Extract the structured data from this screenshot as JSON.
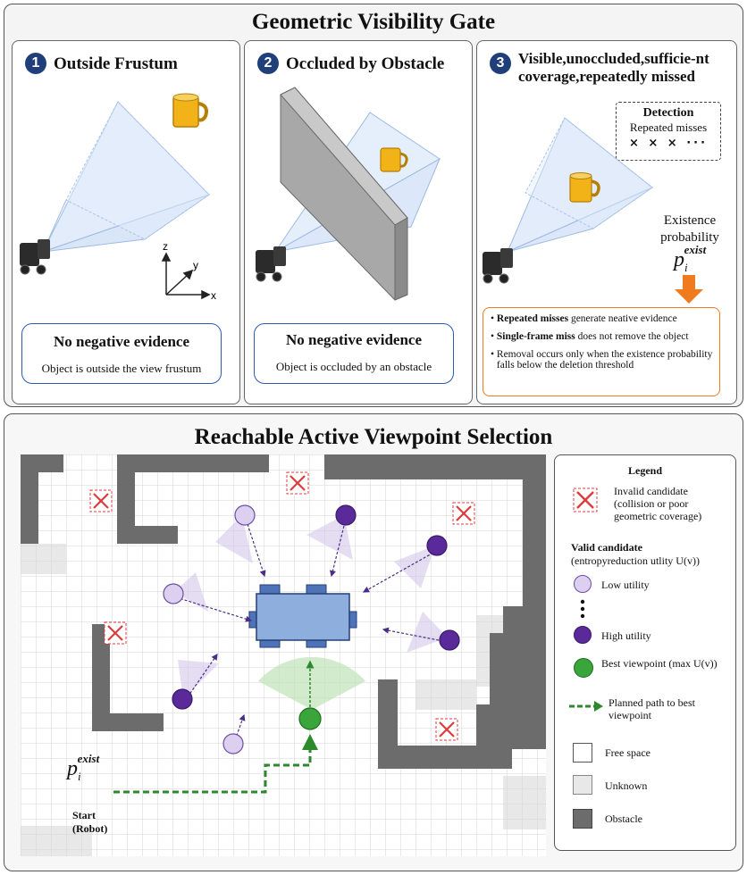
{
  "top": {
    "title": "Geometric Visibility Gate",
    "panels": [
      {
        "num": "1",
        "title": "Outside Frustum",
        "note_title": "No negative evidence",
        "note_text": "Object is outside the view frustum"
      },
      {
        "num": "2",
        "title": "Occluded by Obstacle",
        "note_title": "No negative evidence",
        "note_text": "Object is occluded by an obstacle"
      },
      {
        "num": "3",
        "title": "Visible,unoccluded,sufficie-nt coverage,repeatedly missed",
        "detection_title": "Detection",
        "detection_sub": "Repeated misses",
        "detection_marks": "× × × ···",
        "existence_label": "Existence probability",
        "prob_symbol": "p",
        "prob_sub": "i",
        "prob_sup": "exist",
        "bullets": [
          {
            "bold": "Repeated misses",
            "text": " generate neative evidence"
          },
          {
            "bold": "Single-frame miss",
            "text": " does not remove the object"
          },
          {
            "bold": "",
            "text": "Removal occurs only when the existence probability falls below the deletion threshold"
          }
        ]
      }
    ],
    "axes": {
      "x": "x",
      "y": "y",
      "z": "z"
    }
  },
  "bottom": {
    "title": "Reachable Active Viewpoint Selection",
    "start_label": "Start (Robot)",
    "prob_symbol": "p",
    "prob_sub": "i",
    "prob_sup": "exist",
    "legend": {
      "title": "Legend",
      "invalid": "Invalid candidate (collision or poor geometric coverage)",
      "valid_title": "Valid candidate",
      "valid_sub": "(entropyreduction utlity U(v))",
      "low": "Low utility",
      "high": "High utility",
      "best": "Best viewpoint (max U(v))",
      "path": "Planned path to best viewpoint",
      "free": "Free space",
      "unknown": "Unknown",
      "obstacle": "Obstacle"
    }
  },
  "colors": {
    "navy": "#1f3e7a",
    "low_utility": "#dccff0",
    "high_utility": "#5b2a9a",
    "best": "#3aa53a",
    "obstacle": "#6c6c6c",
    "table": "#8eaede",
    "invalid": "#e03b3b"
  }
}
